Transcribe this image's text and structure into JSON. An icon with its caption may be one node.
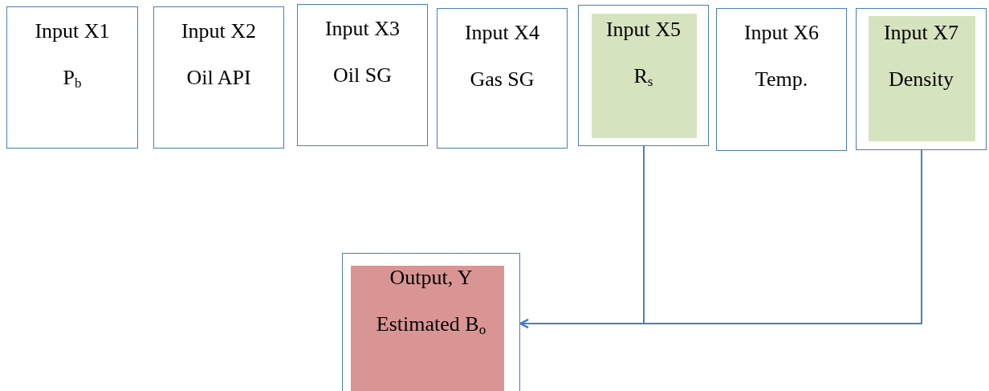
{
  "diagram": {
    "nodes": [
      {
        "text": [
          "Input X1",
          "P$_{b}$"
        ]
      },
      {
        "text": [
          "Input X2",
          "Oil API"
        ]
      },
      {
        "text": [
          "Input X3",
          "Oil SG"
        ]
      },
      {
        "text": [
          "Input X4",
          "Gas SG"
        ]
      },
      {
        "text": [
          "Input X5",
          "R$_{s}$"
        ]
      },
      {
        "text": [
          "Input X6",
          "Temp."
        ]
      },
      {
        "text": [
          "Input X7",
          "Density"
        ]
      },
      {
        "text": [
          "Output, Y",
          "Estimated B$_{o}$"
        ]
      }
    ],
    "edges": [
      {
        "from": 4,
        "to": 7,
        "arrow": "to"
      },
      {
        "from": 6,
        "to": 7,
        "arrow": "to"
      }
    ]
  }
}
